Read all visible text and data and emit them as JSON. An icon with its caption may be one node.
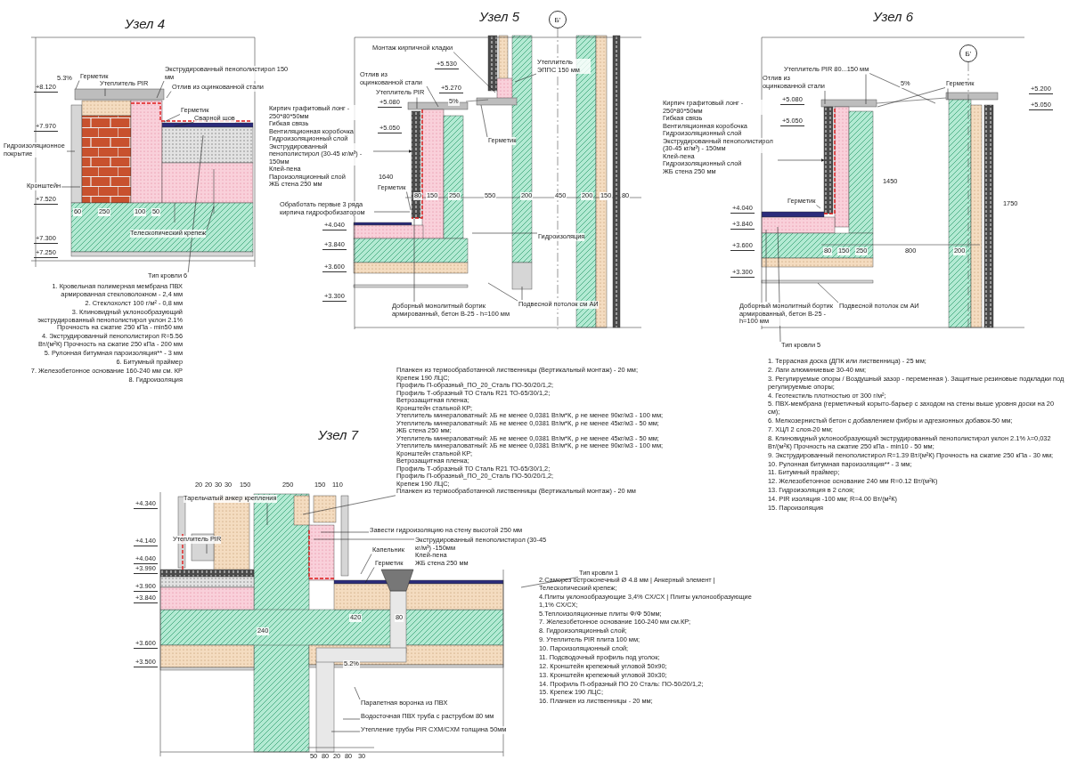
{
  "diagram": {
    "nodes": [
      {
        "text": [
          "Герметик"
        ]
      },
      {
        "text": [
          "Утеплитель PIR"
        ]
      },
      {
        "text": [
          "Экструдированный пенополистирол 150 мм"
        ]
      },
      {
        "text": [
          "Отлив из оцинкованной стали"
        ]
      },
      {
        "text": [
          "Герметик"
        ]
      },
      {
        "text": [
          "Сварной шов"
        ]
      },
      {
        "text": [
          "Гидроизоляционное покрытие"
        ]
      },
      {
        "text": [
          "Кронштейн"
        ]
      },
      {
        "text": [
          "Телескопический крепеж"
        ]
      },
      {
        "text": [
          "Тип кровли 6"
        ]
      },
      {
        "text": [
          "Монтаж кирпичной кладки"
        ]
      },
      {
        "text": [
          "Отлив из оцинкованной стали"
        ]
      },
      {
        "text": [
          "Утеплитель PIR"
        ]
      },
      {
        "text": [
          "Кирпич графитовый лонг - 250*80*50мм",
          "Гибкая связь",
          "Вентиляционная коробочка",
          "Гидроизоляционный слой",
          "Экструдированный пенополистирол (30-45 кг/м³) - 150мм",
          "Клей-пена",
          "Пароизоляционный слой",
          "ЖБ стена 250 мм"
        ]
      },
      {
        "text": [
          "Герметик"
        ]
      },
      {
        "text": [
          "Утеплитель ЭППС 150 мм"
        ]
      },
      {
        "text": [
          "Обработать первые 3 ряда кирпича гидрофобизатором"
        ]
      },
      {
        "text": [
          "Герметик"
        ]
      },
      {
        "text": [
          "Гидроизоляция"
        ]
      },
      {
        "text": [
          "Доборный монолитный бортик армированный, бетон В-25 - h=100 мм"
        ]
      },
      {
        "text": [
          "Подвесной потолок см АИ"
        ]
      },
      {
        "text": [
          "Б'"
        ]
      },
      {
        "text": [
          "Б'"
        ]
      },
      {
        "text": [
          "Утеплитель PIR 80...150 мм"
        ]
      },
      {
        "text": [
          "Отлив из оцинкованной стали"
        ]
      },
      {
        "text": [
          "Герметик"
        ]
      },
      {
        "text": [
          "Кирпич графитовый лонг - 250*80*50мм",
          "Гибкая связь",
          "Вентиляционная коробочка",
          "Гидроизоляционный слой",
          "Экструдированный пенополистирол (30-45 кг/м³) - 150мм",
          "Клей-пена",
          "Гидроизоляционный слой",
          "ЖБ стена 250 мм"
        ]
      },
      {
        "text": [
          "Герметик"
        ]
      },
      {
        "text": [
          "Доборный монолитный бортик армированный, бетон В-25 - h=100 мм"
        ]
      },
      {
        "text": [
          "Подвесной потолок см АИ"
        ]
      },
      {
        "text": [
          "Тип кровли 5"
        ]
      },
      {
        "text": [
          "Планкен из термообработанной лиственницы (Вертикальный монтаж) - 20 мм;",
          "Крепеж 190 ЛЦС;",
          "Профиль П-образный_ПО_20_Сталь ПО-50/20/1,2;",
          "Профиль Т-образный ТО Сталь R21 ТО-65/30/1,2;",
          "Ветрозащитная пленка;",
          "Кронштейн стальной КР;",
          "Утеплитель минераловатный: λБ не менее 0,0381 Вт/м*К, ρ не менее 90кг/м3 - 100 мм;",
          "Утеплитель минераловатный: λБ не менее 0,0381 Вт/м*К, ρ не менее 45кг/м3 - 50 мм;",
          "ЖБ стена 250 мм;",
          "Утеплитель минераловатный: λБ не менее 0,0381 Вт/м*К, ρ не менее 45кг/м3 - 50 мм;",
          "Утеплитель минераловатный: λБ не менее 0,0381 Вт/м*К, ρ не менее 90кг/м3 - 100 мм;",
          "Кронштейн стальной КР;",
          "Ветрозащитная пленка;",
          "Профиль Т-образный ТО Сталь R21 ТО-65/30/1,2;",
          "Профиль П-образный_ПО_20_Сталь ПО-50/20/1,2;",
          "Крепеж 190 ЛЦС;",
          "Планкен из термообработанной лиственницы (Вертикальный монтаж) - 20 мм"
        ]
      },
      {
        "text": [
          "Тарельчатый анкер крепления"
        ]
      },
      {
        "text": [
          "Утеплитель PIR"
        ]
      },
      {
        "text": [
          "Завести гидроизоляцию на стену высотой 250 мм"
        ]
      },
      {
        "text": [
          "Экструдированный пенополистирол (30-45 кг/м³) -150мм",
          "Клей-пена",
          "ЖБ стена 250 мм"
        ]
      },
      {
        "text": [
          "Капельник"
        ]
      },
      {
        "text": [
          "Герметик"
        ]
      },
      {
        "text": [
          "Тип кровли 1"
        ]
      },
      {
        "text": [
          "Парапетная воронка из ПВХ"
        ]
      },
      {
        "text": [
          "Водосточная ПВХ труба с раструбом 80 мм"
        ]
      },
      {
        "text": [
          "Утепление трубы PIR CXM/CXM толщина 50мм"
        ]
      }
    ],
    "edges": [
      {
        "from": 0,
        "to": null,
        "arrow": "none"
      },
      {
        "from": 1,
        "to": null,
        "arrow": "none"
      },
      {
        "from": 2,
        "to": null,
        "arrow": "none"
      },
      {
        "from": 3,
        "to": null,
        "arrow": "none"
      },
      {
        "from": 4,
        "to": null,
        "arrow": "none"
      },
      {
        "from": 5,
        "to": null,
        "arrow": "none"
      },
      {
        "from": 6,
        "to": null,
        "arrow": "none"
      },
      {
        "from": 7,
        "to": null,
        "arrow": "none"
      },
      {
        "from": 8,
        "to": null,
        "arrow": "none"
      },
      {
        "from": 9,
        "to": null,
        "arrow": "none"
      },
      {
        "from": 10,
        "to": null,
        "arrow": "none"
      },
      {
        "from": 11,
        "to": null,
        "arrow": "none"
      },
      {
        "from": 12,
        "to": null,
        "arrow": "none"
      },
      {
        "from": 13,
        "to": null,
        "arrow": "to"
      },
      {
        "from": 14,
        "to": null,
        "arrow": "none"
      },
      {
        "from": 15,
        "to": null,
        "arrow": "none"
      },
      {
        "from": 16,
        "to": null,
        "arrow": "none"
      },
      {
        "from": 17,
        "to": null,
        "arrow": "none"
      },
      {
        "from": 18,
        "to": null,
        "arrow": "none"
      },
      {
        "from": 19,
        "to": null,
        "arrow": "none"
      },
      {
        "from": 20,
        "to": null,
        "arrow": "none"
      },
      {
        "from": 20,
        "to": null,
        "arrow": "none"
      },
      {
        "from": 23,
        "to": null,
        "arrow": "none"
      },
      {
        "from": 23,
        "to": null,
        "arrow": "none"
      },
      {
        "from": 24,
        "to": null,
        "arrow": "none"
      },
      {
        "from": 25,
        "to": null,
        "arrow": "none"
      },
      {
        "from": 25,
        "to": null,
        "arrow": "none"
      },
      {
        "from": 26,
        "to": null,
        "arrow": "to"
      },
      {
        "from": 27,
        "to": null,
        "arrow": "none"
      },
      {
        "from": 28,
        "to": null,
        "arrow": "none"
      },
      {
        "from": 29,
        "to": null,
        "arrow": "none"
      },
      {
        "from": 30,
        "to": null,
        "arrow": "none"
      },
      {
        "from": 31,
        "to": null,
        "arrow": "none"
      },
      {
        "from": 32,
        "to": null,
        "arrow": "none"
      },
      {
        "from": 33,
        "to": null,
        "arrow": "none"
      },
      {
        "from": 34,
        "to": null,
        "arrow": "none"
      },
      {
        "from": 35,
        "to": null,
        "arrow": "none"
      },
      {
        "from": 36,
        "to": null,
        "arrow": "none"
      },
      {
        "from": 37,
        "to": null,
        "arrow": "none"
      },
      {
        "from": 38,
        "to": null,
        "arrow": "none"
      },
      {
        "from": 39,
        "to": null,
        "arrow": "none"
      },
      {
        "from": 40,
        "to": null,
        "arrow": "none"
      },
      {
        "from": 41,
        "to": null,
        "arrow": "none"
      }
    ],
    "labels": [
      "Узел 4",
      "Узел 5",
      "Узел 6",
      "Узел 7",
      "5.3%",
      "+8.120",
      "+7.970",
      "+7.520",
      "+7.300",
      "+7.250",
      "60",
      "250",
      "100",
      "50",
      "1. Кровельная полимерная мембрана ПВХ армированная стекловолокном - 2,4 мм",
      "2. Стеклохолст 100 г/м² - 0,8 мм",
      "3. Клиновидный уклонообразующий экструдированный пенополистирол уклон 2.1% Прочность на сжатие 250 кПа - min50 мм",
      "4. Экструдированный пенополистирол R=5.56 Вт/(м²К) Прочность на сжатие 250 кПа - 200 мм",
      "5. Рулонная битумная пароизоляция** - 3 мм",
      "6. Битумный праймер",
      "7. Железобетонное основание 160-240 мм см. КР",
      "8. Гидроизоляция",
      "+5.530",
      "+5.270",
      "+5.080",
      "5%",
      "+5.050",
      "+4.040",
      "+3.840",
      "+3.600",
      "+3.300",
      "80",
      "150",
      "250",
      "550",
      "200",
      "450",
      "200",
      "150",
      "80",
      "1640",
      "5%",
      "+5.200",
      "+5.050",
      "+5.080",
      "+5.050",
      "+4.040",
      "+3.840",
      "+3.600",
      "+3.300",
      "80",
      "150",
      "250",
      "800",
      "200",
      "1450",
      "1750",
      "1. Террасная доска (ДПК или лиственница) - 25 мм;",
      "2. Лаги алюминиевые 30-40 мм;",
      "3. Регулируемые опоры / Воздушный зазор - переменная ). Защитные резиновые подкладки под регулируемые опоры;",
      "4. Геотекстиль плотностью от 300 г/м²;",
      "5. ПВХ-мембрана (герметичный корыто-барьер с заходом на стены выше уровня доски на 20 см);",
      "6. Мелкозернистый бетон с добавлением фибры и адгезионных добавок-50 мм;",
      "7. ХЦЛ 2 слоя-20 мм;",
      "8. Клиновидный уклонообразующий экструдированный пенополистирол уклон 2.1% λ=0,032 Вт/(м²К) Прочность на сжатие 250 кПа - min10 - 50 мм;",
      "9. Экструдированный пенополистирол R=1.39 Вт/(м²К) Прочность на сжатие 250 кПа - 30 мм;",
      "10. Рулонная битумная пароизоляция** - 3 мм;",
      "11. Битумный праймер;",
      "12. Железобетонное основание 240 мм R=0.12 Вт/(м²К)",
      "13. Гидроизоляция в 2 слоя;",
      "14. PIR изоляция -100 мм; R=4.00 Вт/(м²К)",
      "15. Пароизоляция",
      "+4.340",
      "+4.140",
      "+4.040",
      "+3.990",
      "+3.900",
      "+3.840",
      "+3.600",
      "+3.500",
      "20",
      "20",
      "30",
      "30",
      "150",
      "250",
      "150",
      "110",
      "420",
      "80",
      "5.2%",
      "240",
      "50",
      "80",
      "20",
      "80",
      "30",
      "2.Саморез остроконечный Ø 4.8 мм | Анкерный элемент | Телескопический крепеж;",
      "4.Плиты уклонообразующие 3,4% CX/CX | Плиты уклонообразующие 1,1% CX/CX;",
      "5.Теплоизоляционные плиты Ф/Ф 50мм;",
      "7. Железобетонное основание 160-240 мм см.КР;",
      "8. Гидроизоляционный слой;",
      "9. Утеплитель PIR плита 100 мм;",
      "10. Пароизоляционный слой;",
      "11. Подсводочный профиль под уголок;",
      "12. Кронштейн крепежный угловой 50х90;",
      "13. Кронштейн крепежный угловой 30х30;",
      "14. Профиль П-образный ПО 20 Сталь: ПО-50/20/1,2;",
      "15. Крепеж 190 ЛЦС;",
      "16. Планкен из лиственницы - 20 мм;"
    ]
  }
}
